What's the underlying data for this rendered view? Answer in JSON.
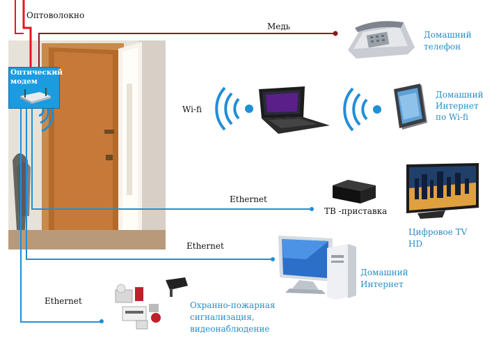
{
  "labels": {
    "fiber": "Оптоволокно",
    "copper": "Медь",
    "home_phone": [
      "Домашний",
      "телефон"
    ],
    "modem": [
      "Оптический",
      "модем"
    ],
    "wifi": "Wi-fi",
    "home_internet_wifi": [
      "Домашний",
      "Интернет",
      "по Wi-fi"
    ],
    "ethernet_tv": "Ethernet",
    "tv_box": "ТВ -приставка",
    "digital_tv": [
      "Цифровое TV",
      "HD"
    ],
    "ethernet_pc": "Ethernet",
    "home_internet": [
      "Домашний",
      "Интернет"
    ],
    "ethernet_alarm": "Ethernet",
    "security": [
      "Охранно-пожарная",
      "сигнализация,",
      "видеонаблюдение"
    ]
  },
  "colors": {
    "fiber": "#e8141e",
    "copper": "#8b1a1a",
    "ethernet": "#1f8fd6",
    "accent_text": "#2a8bc4"
  }
}
